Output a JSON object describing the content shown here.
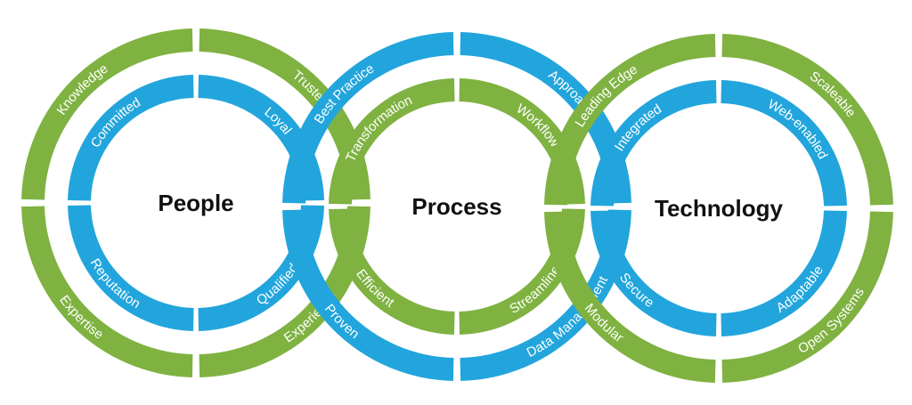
{
  "colors": {
    "green": "#7fb241",
    "blue": "#22a5dc",
    "text_dark": "#111111",
    "text_light": "#ffffff",
    "background": "#ffffff"
  },
  "circles": [
    {
      "id": "people",
      "center_label": "People",
      "outer": [
        {
          "label": "Trusted",
          "color": "green"
        },
        {
          "label": "Experience",
          "color": "green"
        },
        {
          "label": "Expertise",
          "color": "green"
        },
        {
          "label": "Knowledge",
          "color": "green"
        }
      ],
      "inner": [
        {
          "label": "Loyal",
          "color": "blue"
        },
        {
          "label": "Qualified",
          "color": "blue"
        },
        {
          "label": "Reputation",
          "color": "blue"
        },
        {
          "label": "Committed",
          "color": "blue"
        }
      ]
    },
    {
      "id": "process",
      "center_label": "Process",
      "outer": [
        {
          "label": "Approach",
          "color": "blue"
        },
        {
          "label": "Data Management",
          "color": "blue"
        },
        {
          "label": "Proven",
          "color": "blue"
        },
        {
          "label": "Best Practice",
          "color": "blue"
        }
      ],
      "inner": [
        {
          "label": "Workflow",
          "color": "green"
        },
        {
          "label": "Streamlined",
          "color": "green"
        },
        {
          "label": "Efficient",
          "color": "green"
        },
        {
          "label": "Transformation",
          "color": "green"
        }
      ]
    },
    {
      "id": "technology",
      "center_label": "Technology",
      "outer": [
        {
          "label": "Scaleable",
          "color": "green"
        },
        {
          "label": "Open Systems",
          "color": "green"
        },
        {
          "label": "Modular",
          "color": "green"
        },
        {
          "label": "Leading Edge",
          "color": "green"
        }
      ],
      "inner": [
        {
          "label": "Web-enabled",
          "color": "blue"
        },
        {
          "label": "Adaptable",
          "color": "blue"
        },
        {
          "label": "Secure",
          "color": "blue"
        },
        {
          "label": "Integrated",
          "color": "blue"
        }
      ]
    }
  ]
}
